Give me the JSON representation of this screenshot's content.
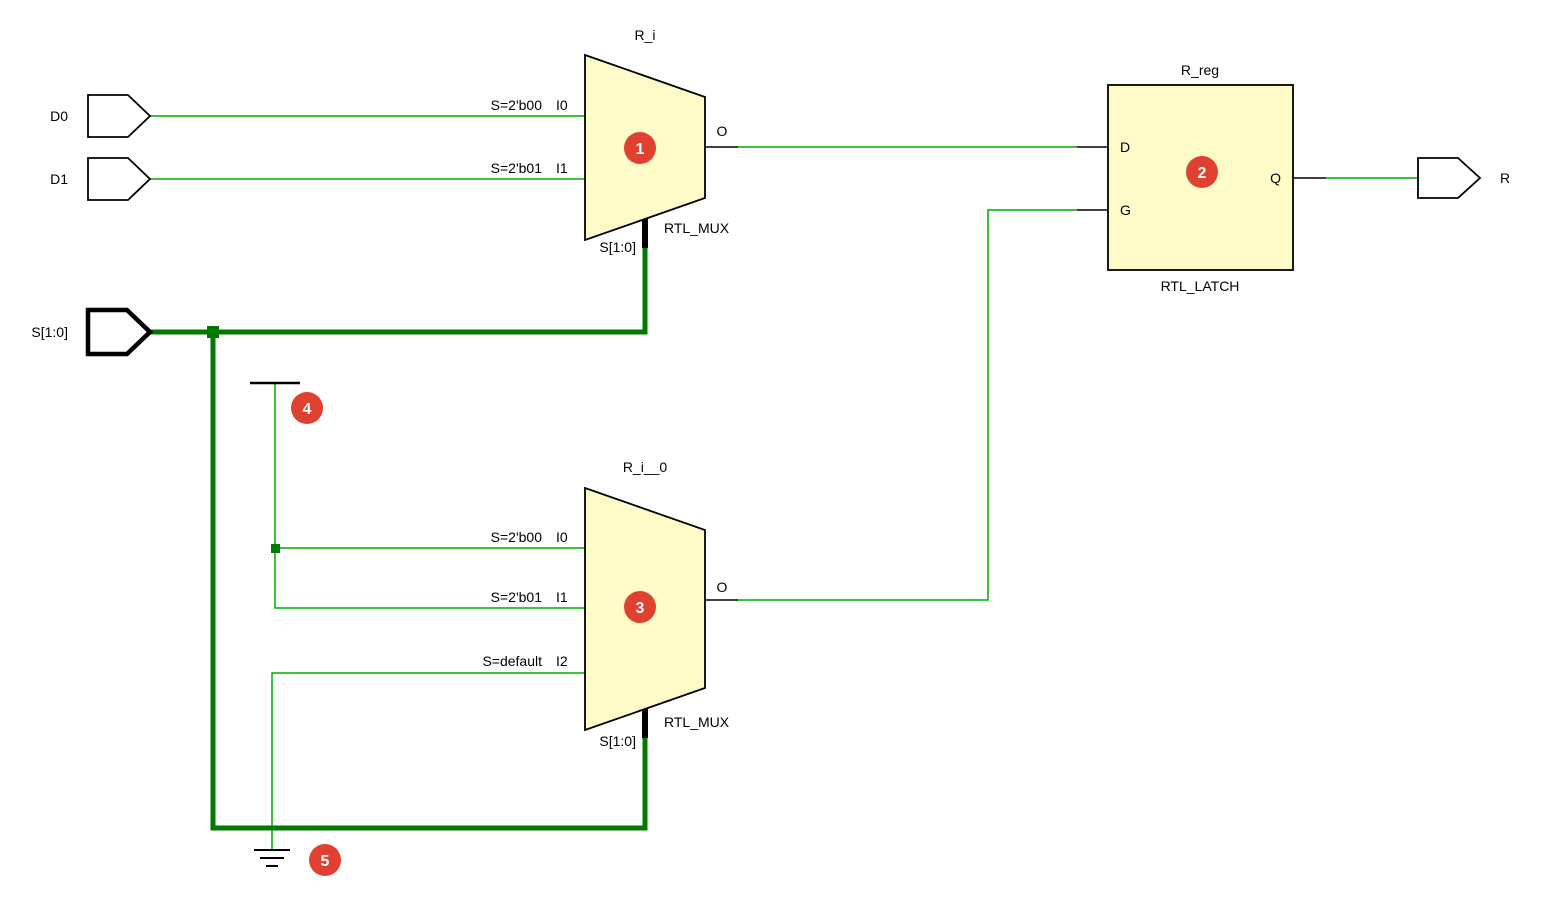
{
  "colors": {
    "wire": "#00aa00",
    "bus": "#007a00",
    "component_fill": "#fffbc8",
    "marker": "#e0402f"
  },
  "ports": {
    "d0": {
      "label": "D0"
    },
    "d1": {
      "label": "D1"
    },
    "s": {
      "label": "S[1:0]"
    },
    "r": {
      "label": "R"
    }
  },
  "mux1": {
    "title": "R_i",
    "type_label": "RTL_MUX",
    "select_label": "S[1:0]",
    "marker": "1",
    "pins": {
      "i0": {
        "cond": "S=2'b00",
        "name": "I0"
      },
      "i1": {
        "cond": "S=2'b01",
        "name": "I1"
      },
      "out": "O"
    }
  },
  "latch": {
    "title": "R_reg",
    "type_label": "RTL_LATCH",
    "marker": "2",
    "pins": {
      "d": "D",
      "g": "G",
      "q": "Q"
    }
  },
  "mux2": {
    "title": "R_i__0",
    "type_label": "RTL_MUX",
    "select_label": "S[1:0]",
    "marker": "3",
    "pins": {
      "i0": {
        "cond": "S=2'b00",
        "name": "I0"
      },
      "i1": {
        "cond": "S=2'b01",
        "name": "I1"
      },
      "i2": {
        "cond": "S=default",
        "name": "I2"
      },
      "out": "O"
    }
  },
  "annotations": {
    "marker4": "4",
    "marker5": "5"
  }
}
